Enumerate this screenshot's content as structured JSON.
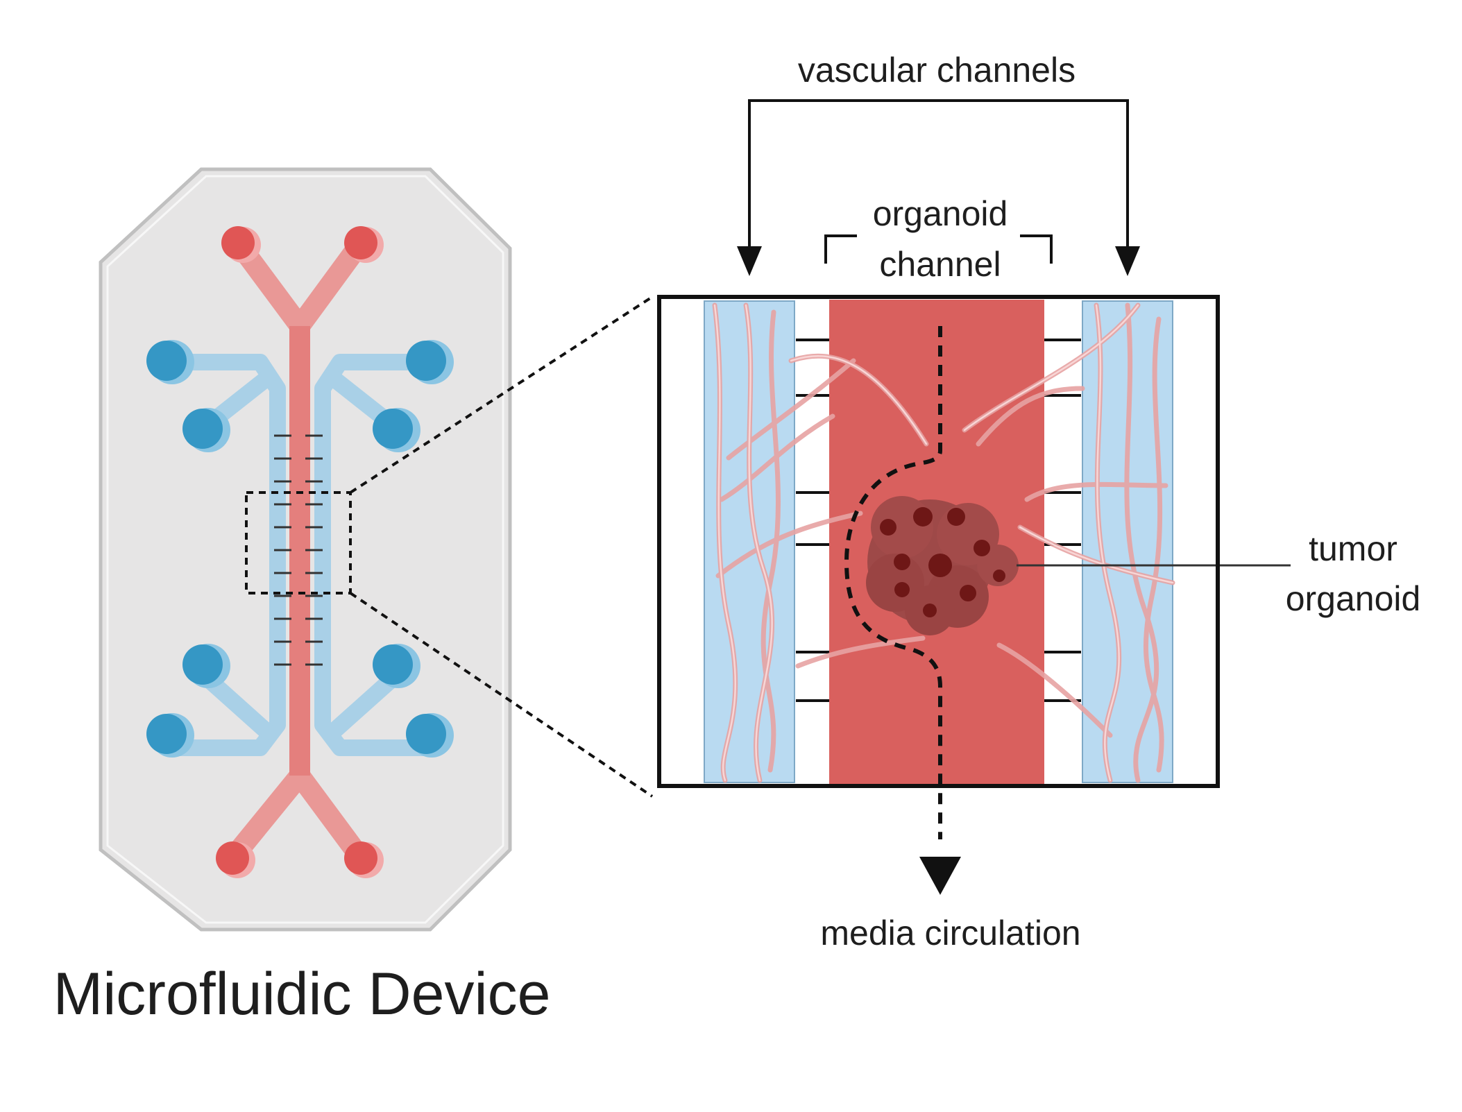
{
  "labels": {
    "vascular_channels": "vascular channels",
    "organoid_channel_line1": "organoid",
    "organoid_channel_line2": "channel",
    "tumor_organoid_line1": "tumor",
    "tumor_organoid_line2": "organoid",
    "media_circulation": "media circulation",
    "device_title": "Microfluidic Device"
  },
  "colors": {
    "device_body": "#e6e5e5",
    "device_edge": "#b9b9b9",
    "organoid_channel": "#d9605e",
    "organoid_channel_light": "#e99896",
    "vascular_channel": "#b9daf1",
    "vascular_port": "#3597c5",
    "tumor": "#8e3b3b",
    "tumor_nuclei": "#6e1716",
    "vessel": "#eeb9b9",
    "outline": "#111111"
  },
  "icons": {
    "device": "microfluidic-chip-icon",
    "tumor": "tumor-organoid-icon"
  }
}
